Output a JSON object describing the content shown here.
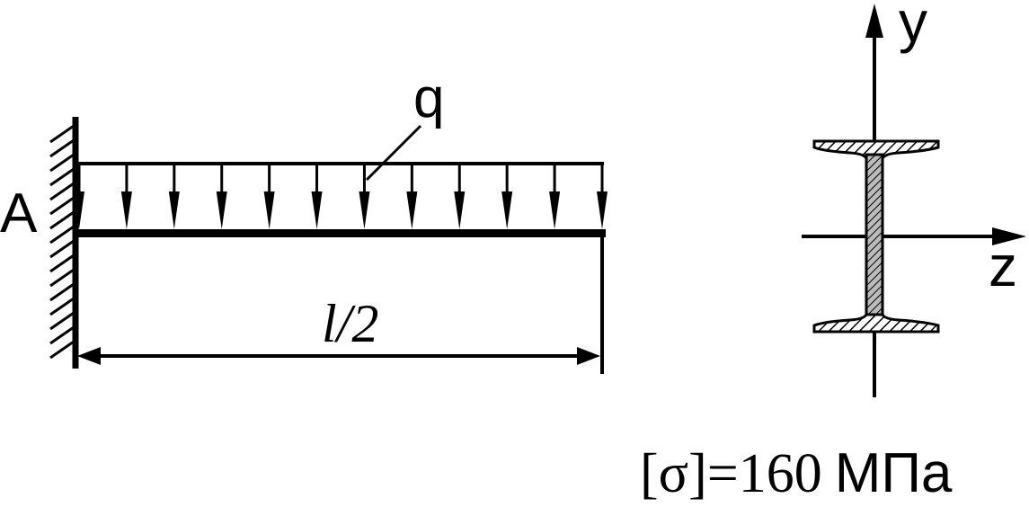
{
  "beam": {
    "support_label": "A",
    "load_label": "q",
    "span_label_letter": "l",
    "span_label_rest": "/2"
  },
  "section": {
    "y_axis_label": "y",
    "z_axis_label": "z"
  },
  "allowable_stress": {
    "open_bracket": "[",
    "symbol": "σ",
    "close_bracket": "]",
    "equals": "=",
    "value": "160",
    "unit": "МПа"
  },
  "colors": {
    "ink": "#000000",
    "background": "#ffffff",
    "hatch": "#000000"
  },
  "icons": [
    "fixed-support-hatching",
    "distributed-load-arrows",
    "dimension-arrows",
    "i-beam-section"
  ]
}
